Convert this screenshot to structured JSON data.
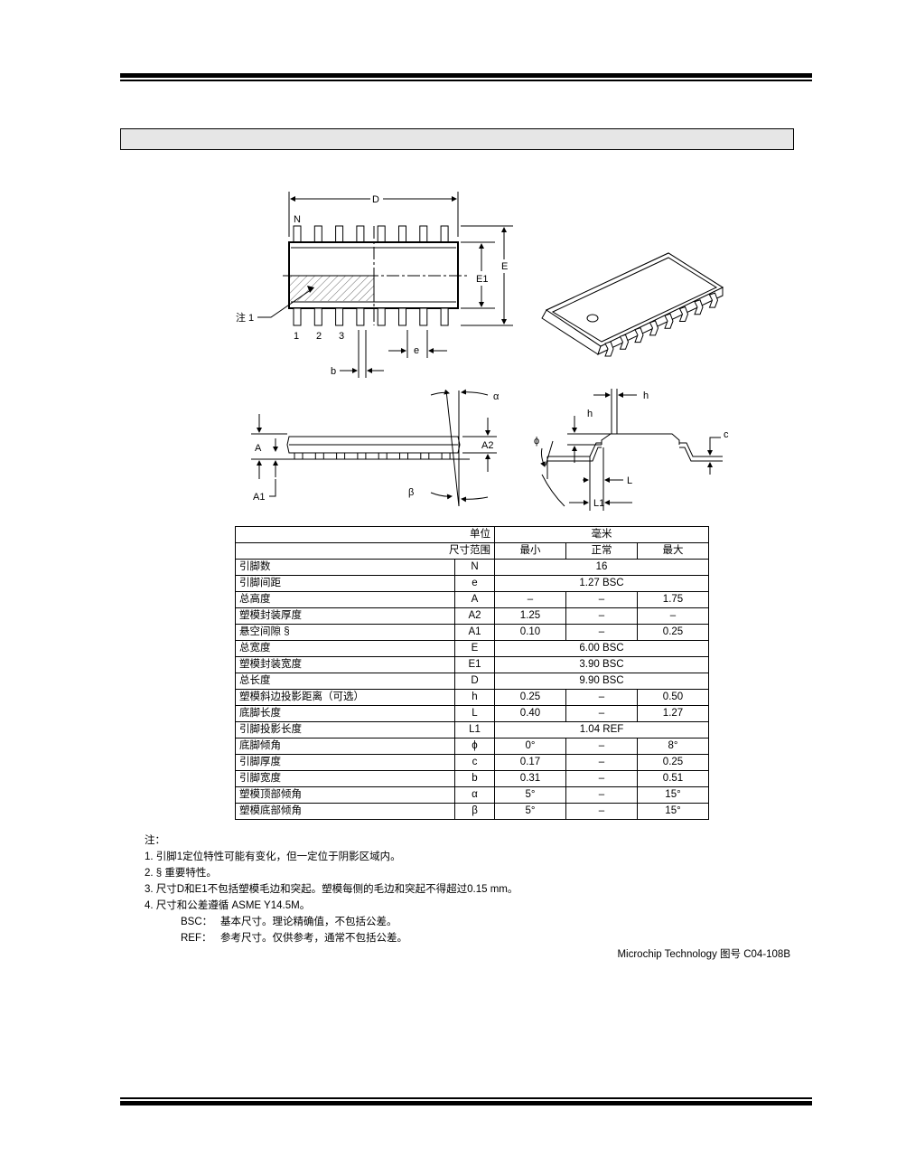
{
  "header": {
    "title": ""
  },
  "drawing": {
    "labels": {
      "D": "D",
      "N": "N",
      "E": "E",
      "E1": "E1",
      "note1": "注 1",
      "pin1": "1",
      "pin2": "2",
      "pin3": "3",
      "e": "e",
      "b": "b",
      "alpha": "α",
      "beta": "β",
      "A": "A",
      "A2": "A2",
      "A1": "A1",
      "h_top": "h",
      "h_left": "h",
      "phi": "ϕ",
      "c": "c",
      "L": "L",
      "L1": "L1"
    }
  },
  "table": {
    "units_label": "单位",
    "units_value": "毫米",
    "range_label": "尺寸范围",
    "col_min": "最小",
    "col_nom": "正常",
    "col_max": "最大",
    "rows": [
      {
        "name": "引脚数",
        "sym": "N",
        "span": "16"
      },
      {
        "name": "引脚间距",
        "sym": "e",
        "span": "1.27 BSC"
      },
      {
        "name": "总高度",
        "sym": "A",
        "min": "–",
        "nom": "–",
        "max": "1.75"
      },
      {
        "name": "塑模封装厚度",
        "sym": "A2",
        "min": "1.25",
        "nom": "–",
        "max": "–"
      },
      {
        "name": "悬空间隙  §",
        "sym": "A1",
        "min": "0.10",
        "nom": "–",
        "max": "0.25"
      },
      {
        "name": "总宽度",
        "sym": "E",
        "span": "6.00 BSC"
      },
      {
        "name": "塑模封装宽度",
        "sym": "E1",
        "span": "3.90 BSC"
      },
      {
        "name": "总长度",
        "sym": "D",
        "span": "9.90 BSC"
      },
      {
        "name": "塑模斜边投影距离（可选）",
        "sym": "h",
        "min": "0.25",
        "nom": "–",
        "max": "0.50"
      },
      {
        "name": "底脚长度",
        "sym": "L",
        "min": "0.40",
        "nom": "–",
        "max": "1.27"
      },
      {
        "name": "引脚投影长度",
        "sym": "L1",
        "span": "1.04 REF"
      },
      {
        "name": "底脚倾角",
        "sym": "ϕ",
        "min": "0°",
        "nom": "–",
        "max": "8°"
      },
      {
        "name": "引脚厚度",
        "sym": "c",
        "min": "0.17",
        "nom": "–",
        "max": "0.25"
      },
      {
        "name": "引脚宽度",
        "sym": "b",
        "min": "0.31",
        "nom": "–",
        "max": "0.51"
      },
      {
        "name": "塑模顶部倾角",
        "sym": "α",
        "min": "5°",
        "nom": "–",
        "max": "15°"
      },
      {
        "name": "塑模底部倾角",
        "sym": "β",
        "min": "5°",
        "nom": "–",
        "max": "15°"
      }
    ]
  },
  "notes": {
    "heading": "注：",
    "n1": "1.  引脚1定位特性可能有变化，但一定位于阴影区域内。",
    "n2": "2.  § 重要特性。",
    "n3": "3.  尺寸D和E1不包括塑模毛边和突起。塑模每侧的毛边和突起不得超过0.15 mm。",
    "n4": "4.  尺寸和公差遵循 ASME Y14.5M。",
    "bsc_key": "BSC：",
    "bsc_text": "基本尺寸。理论精确值，不包括公差。",
    "ref_key": "REF：",
    "ref_text": "参考尺寸。仅供参考，通常不包括公差。"
  },
  "footer": {
    "drawing_ref": "Microchip Technology 图号  C04-108B"
  },
  "colors": {
    "title_bar": "#e6e6e6",
    "ink": "#000000"
  }
}
